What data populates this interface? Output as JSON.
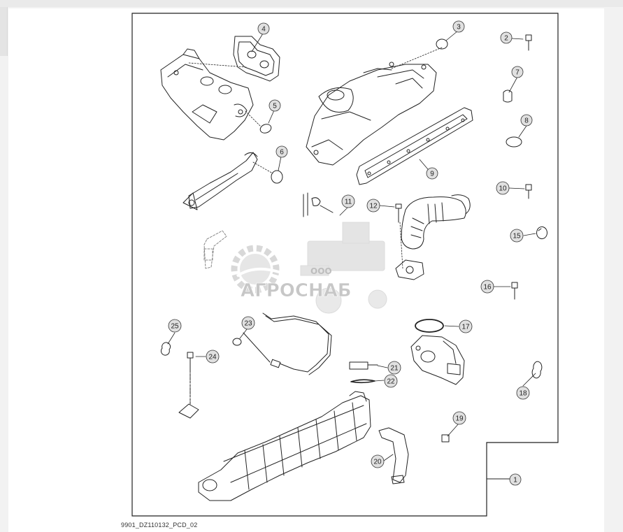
{
  "diagram": {
    "figure_code": "9901_DZ110132_PCD_02",
    "watermark": {
      "small_text": "ООО",
      "brand_text": "АГРОСНАБ"
    },
    "callouts": [
      {
        "label": "1"
      },
      {
        "label": "2"
      },
      {
        "label": "3"
      },
      {
        "label": "4"
      },
      {
        "label": "5"
      },
      {
        "label": "6"
      },
      {
        "label": "7"
      },
      {
        "label": "8"
      },
      {
        "label": "9"
      },
      {
        "label": "10"
      },
      {
        "label": "11"
      },
      {
        "label": "12"
      },
      {
        "label": "15"
      },
      {
        "label": "16"
      },
      {
        "label": "17"
      },
      {
        "label": "18"
      },
      {
        "label": "19"
      },
      {
        "label": "20"
      },
      {
        "label": "21"
      },
      {
        "label": "22"
      },
      {
        "label": "23"
      },
      {
        "label": "24"
      },
      {
        "label": "25"
      }
    ]
  },
  "colors": {
    "line": "#222222",
    "callout_fill": "#e0e0e0",
    "watermark": "#c8c8c8"
  }
}
